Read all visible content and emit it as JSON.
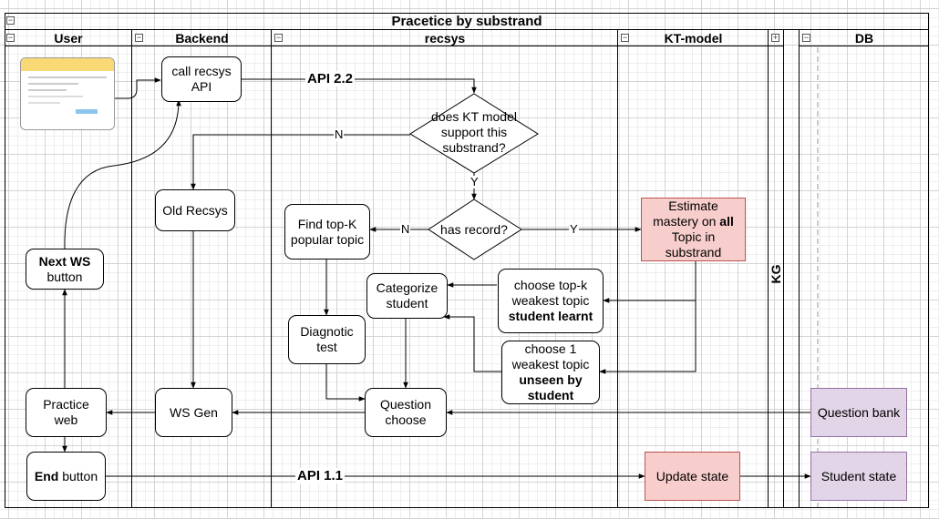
{
  "title": "Pracetice by substrand",
  "lanes": {
    "user": "User",
    "backend": "Backend",
    "recsys": "recsys",
    "kt_model": "KT-model",
    "kg": "KG",
    "db": "DB"
  },
  "nodes": {
    "call_recsys": "call recsys API",
    "does_kt": "does KT model support this substrand?",
    "old_recsys": "Old Recsys",
    "find_topk": "Find top-K popular topic",
    "has_record": "has record?",
    "estimate_1": "Estimate mastery on ",
    "estimate_bold": "all",
    "estimate_2": " Topic in substrand",
    "next_ws_bold": "Next WS",
    "next_ws_rest": "button",
    "categorize": "Categorize student",
    "choose_topk_1": "choose top-k weakest topic ",
    "choose_topk_bold": "student learnt",
    "diagnotic": "Diagnotic test",
    "choose_1": "choose 1 weakest topic ",
    "choose_1_bold": "unseen by student",
    "practice_web": "Practice web",
    "ws_gen": "WS Gen",
    "question_choose": "Question choose",
    "question_bank": "Question bank",
    "end_bold": "End",
    "end_rest": " button",
    "update_state": "Update state",
    "student_state": "Student state"
  },
  "edge_labels": {
    "api_22": "API 2.2",
    "api_11": "API 1.1",
    "n1": "N",
    "y1": "Y",
    "n2": "N",
    "y2": "Y"
  },
  "colors": {
    "pink_fill": "#f8cecc",
    "pink_stroke": "#b85450",
    "purple_fill": "#e1d5e7",
    "purple_stroke": "#9673a6",
    "thumbnail": "#f9d976"
  }
}
